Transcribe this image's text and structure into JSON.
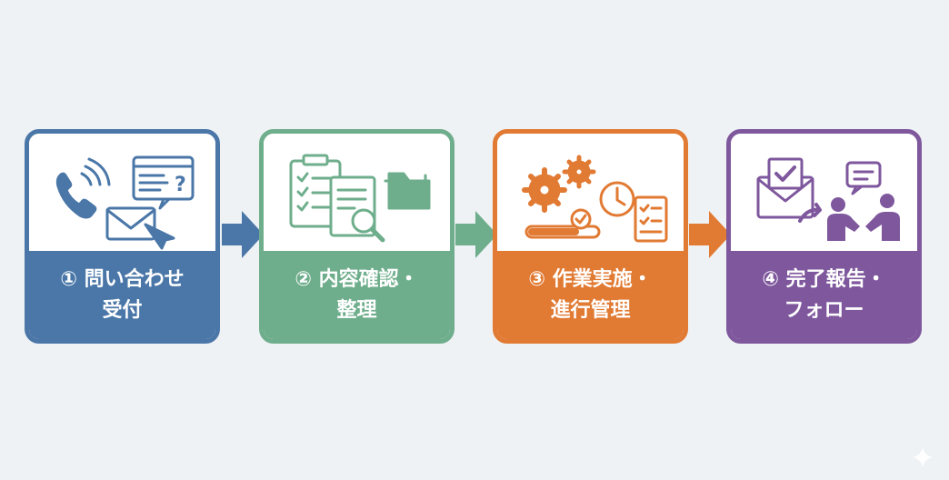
{
  "colors": {
    "step1": "#4a77a8",
    "step2": "#6fae8c",
    "step3": "#e17a33",
    "step4": "#7e579d",
    "background": "#eff2f5"
  },
  "steps": [
    {
      "line1": "① 問い合わせ",
      "line2": "受付"
    },
    {
      "line1": "② 内容確認・",
      "line2": "整理"
    },
    {
      "line1": "③ 作業実施・",
      "line2": "進行管理"
    },
    {
      "line1": "④ 完了報告・",
      "line2": "フォロー"
    }
  ]
}
